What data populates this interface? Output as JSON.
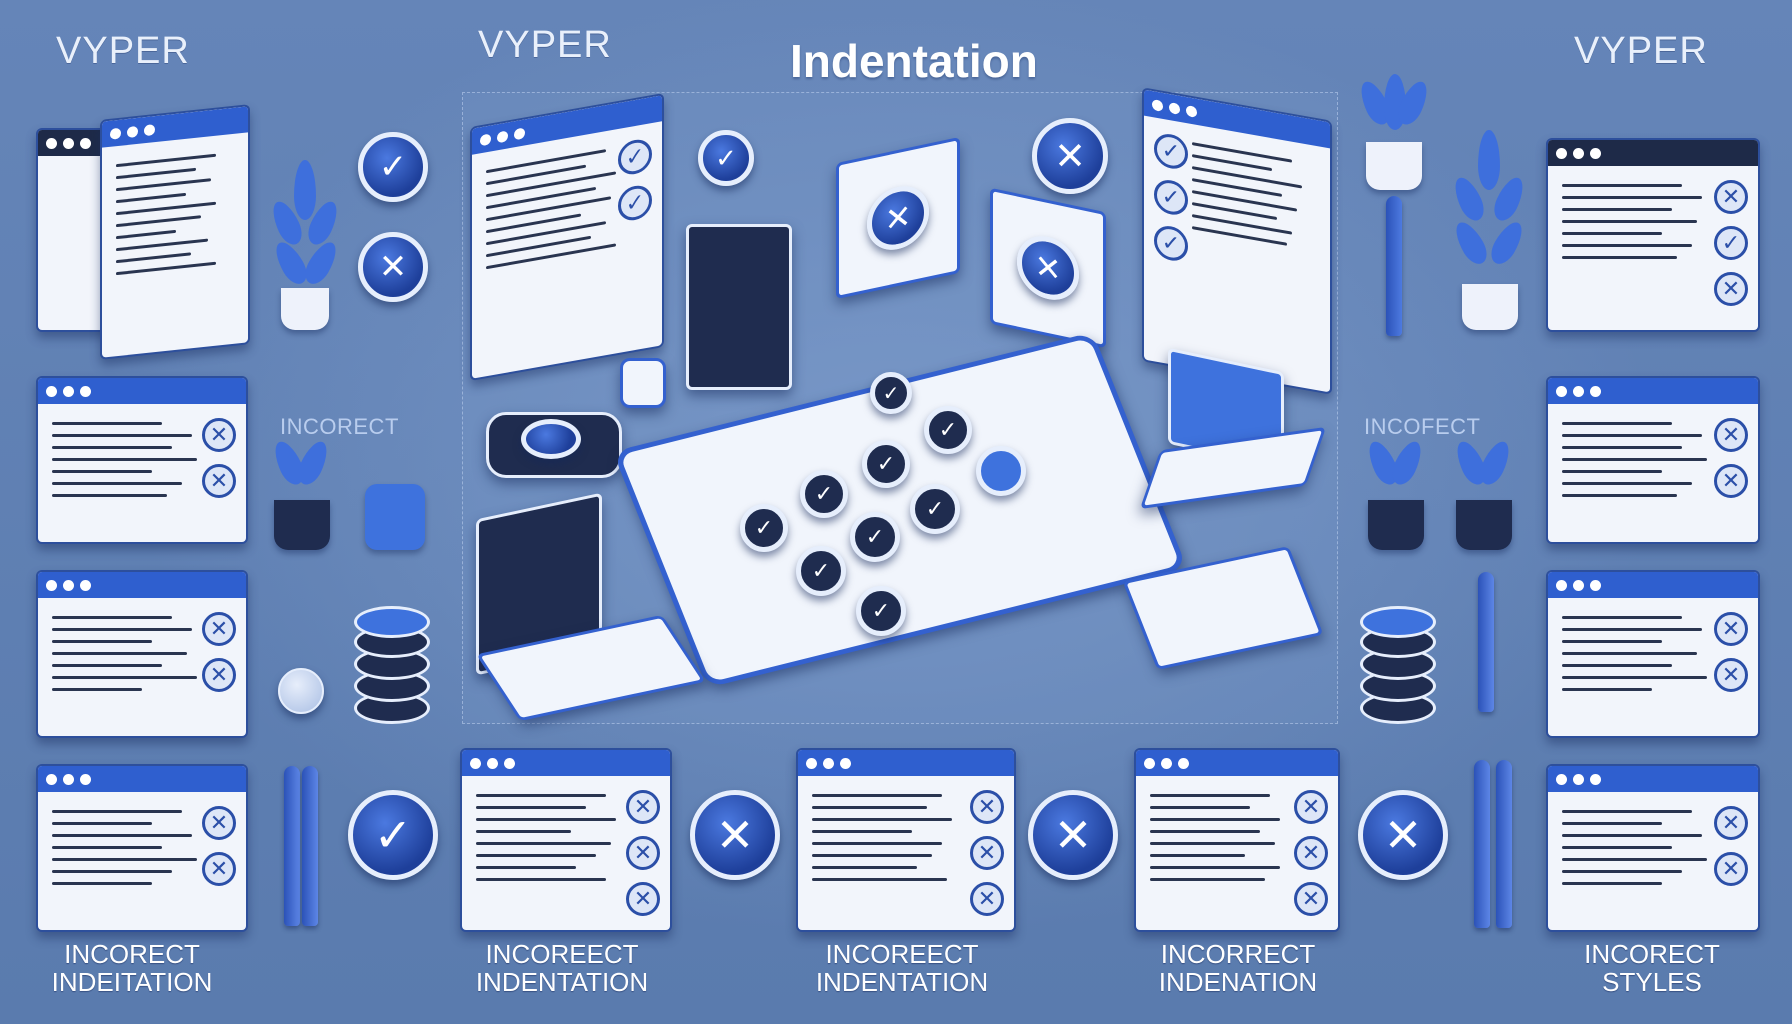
{
  "header": {
    "brand_left_1": "VYPER",
    "brand_left_2": "VYPER",
    "title": "Indentation",
    "brand_right": "VYPER"
  },
  "side_labels": {
    "left": "INCORECT",
    "right": "INCOFECT"
  },
  "captions": [
    {
      "line1": "INCORECT",
      "line2": "INDEITATION"
    },
    {
      "line1": "INCOREECT",
      "line2": "INDENTATION"
    },
    {
      "line1": "INCOREECT",
      "line2": "INDENTATION"
    },
    {
      "line1": "INCORRECT",
      "line2": "INDENATION"
    },
    {
      "line1": "INCORECT",
      "line2": "STYLES"
    }
  ],
  "icons": {
    "check": "✓",
    "cross": "✕"
  },
  "colors": {
    "background": "#5c7db0",
    "accent": "#2f5fcf",
    "dark": "#1e2a48",
    "light": "#f2f5fb"
  }
}
